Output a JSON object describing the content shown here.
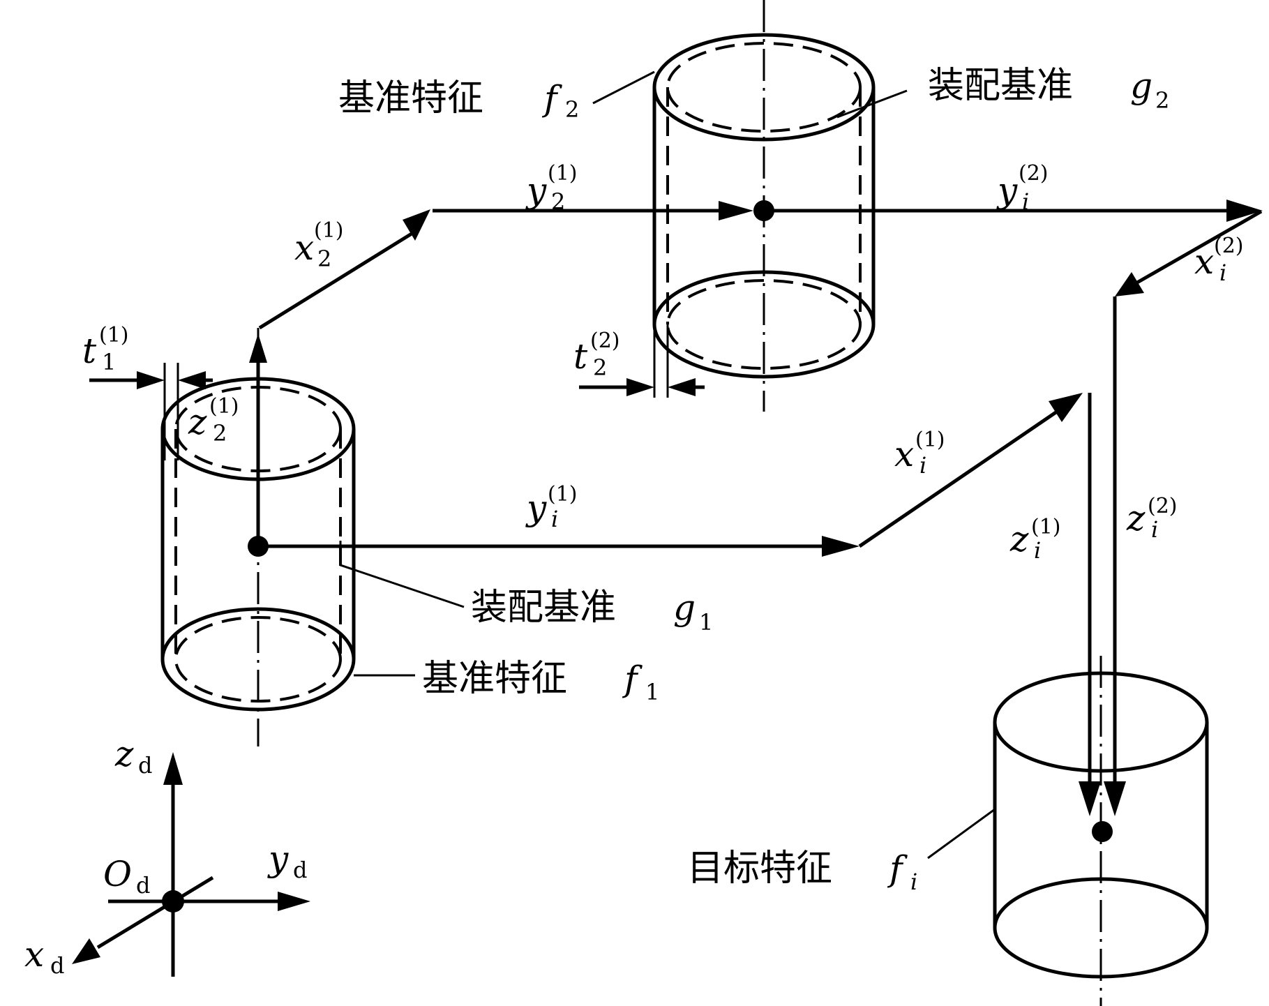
{
  "labels": {
    "datum_feature_f2": {
      "text": "基准特征",
      "var": "f",
      "sub": "2"
    },
    "assembly_datum_g2": {
      "text": "装配基准",
      "var": "g",
      "sub": "2"
    },
    "assembly_datum_g1": {
      "text": "装配基准",
      "var": "g",
      "sub": "1"
    },
    "datum_feature_f1": {
      "text": "基准特征",
      "var": "f",
      "sub": "1"
    },
    "target_feature_fi": {
      "text": "目标特征",
      "var": "f",
      "sub": "i"
    }
  },
  "vectors": {
    "y2_1": {
      "var": "y",
      "sub": "2",
      "sup": "(1)"
    },
    "yi_2": {
      "var": "y",
      "sub": "i",
      "sup": "(2)"
    },
    "x2_1": {
      "var": "x",
      "sub": "2",
      "sup": "(1)"
    },
    "xi_2": {
      "var": "x",
      "sub": "i",
      "sup": "(2)"
    },
    "t1_1": {
      "var": "t",
      "sub": "1",
      "sup": "(1)"
    },
    "t2_2": {
      "var": "t",
      "sub": "2",
      "sup": "(2)"
    },
    "z2_1": {
      "var": "z",
      "sub": "2",
      "sup": "(1)"
    },
    "xi_1": {
      "var": "x",
      "sub": "i",
      "sup": "(1)"
    },
    "yi_1": {
      "var": "y",
      "sub": "i",
      "sup": "(1)"
    },
    "zi_1": {
      "var": "z",
      "sub": "i",
      "sup": "(1)"
    },
    "zi_2": {
      "var": "z",
      "sub": "i",
      "sup": "(2)"
    }
  },
  "axes": {
    "z": {
      "var": "z",
      "sub": "d"
    },
    "y": {
      "var": "y",
      "sub": "d"
    },
    "x": {
      "var": "x",
      "sub": "d"
    },
    "origin": {
      "var": "O",
      "sub": "d"
    }
  }
}
